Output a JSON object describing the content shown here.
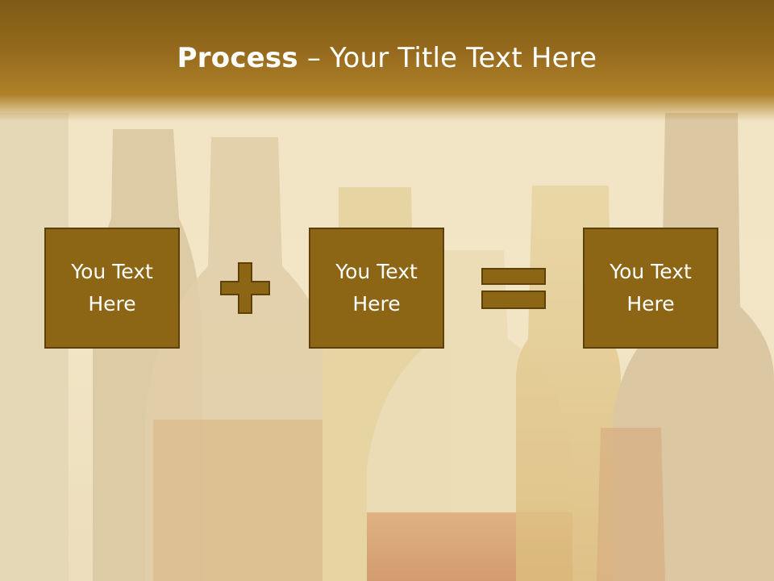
{
  "slide": {
    "title_bold": "Process",
    "title_separator": " – ",
    "title_rest": "Your Title Text Here"
  },
  "process": {
    "box1": "You Text Here",
    "operator1": "plus-icon",
    "box2": "You Text Here",
    "operator2": "equals-icon",
    "box3": "You Text Here"
  },
  "colors": {
    "title_bar": "#8a6319",
    "box_fill": "#8c6615",
    "box_border": "#5c420a",
    "text": "#ffffff"
  }
}
